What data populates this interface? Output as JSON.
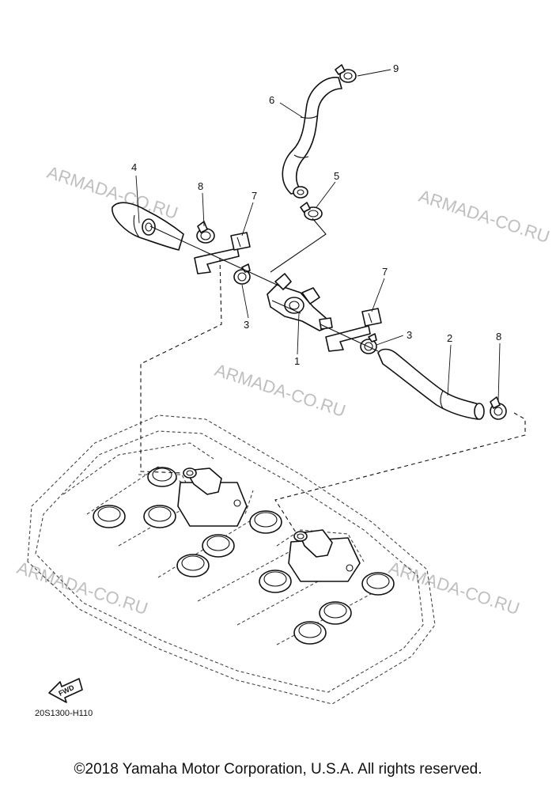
{
  "diagram": {
    "part_numbers": [
      "1",
      "2",
      "3",
      "3",
      "4",
      "5",
      "6",
      "7",
      "7",
      "8",
      "8",
      "9"
    ],
    "watermark": "ARMADA-CO.RU",
    "fwd_label": "FWD",
    "drawing_code": "20S1300-H110"
  },
  "footer": {
    "copyright": "©2018 Yamaha Motor Corporation, U.S.A. All rights reserved."
  }
}
